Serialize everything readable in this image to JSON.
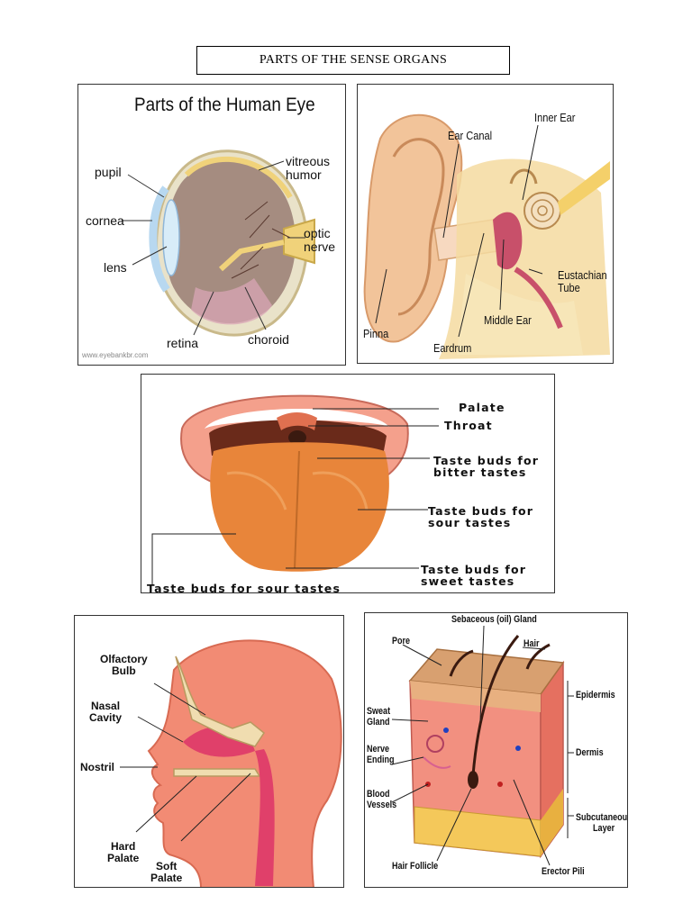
{
  "page_title": "PARTS OF THE SENSE ORGANS",
  "eye": {
    "title": "Parts of the Human Eye",
    "labels": {
      "pupil": "pupil",
      "cornea": "cornea",
      "lens": "lens",
      "vitreous": "vitreous\nhumor",
      "optic": "optic\nnerve",
      "retina": "retina",
      "choroid": "choroid"
    },
    "watermark": "www.eyebankbr.com"
  },
  "ear": {
    "labels": {
      "inner": "Inner Ear",
      "canal": "Ear Canal",
      "eustachian": "Eustachian\nTube",
      "middle": "Middle Ear",
      "pinna": "Pinna",
      "eardrum": "Eardrum"
    }
  },
  "tongue": {
    "labels": {
      "palate": "Palate",
      "throat": "Throat",
      "bitter": "Taste buds for\nbitter tastes",
      "sour": "Taste buds for\nsour tastes",
      "sweet": "Taste buds for\nsweet tastes",
      "sour_bottom": "Taste buds for sour tastes"
    }
  },
  "nose": {
    "labels": {
      "olfactory": "Olfactory\nBulb",
      "nasal": "Nasal\nCavity",
      "nostril": "Nostril",
      "hard": "Hard\nPalate",
      "soft": "Soft\nPalate"
    }
  },
  "skin": {
    "labels": {
      "sebaceous": "Sebaceous (oil) Gland",
      "pore": "Pore",
      "hair": "Hair",
      "epidermis": "Epidermis",
      "sweat": "Sweat\nGland",
      "dermis": "Dermis",
      "nerve": "Nerve\nEnding",
      "blood": "Blood\nVessels",
      "subcutaneous": "Subcutaneous\nLayer",
      "follicle": "Hair Follicle",
      "erector": "Erector Pili"
    }
  },
  "colors": {
    "skin_pink": "#f28b74",
    "tongue_orange": "#e8853a",
    "eye_brown": "#a58c80",
    "ear_peach": "#f2c49a"
  }
}
